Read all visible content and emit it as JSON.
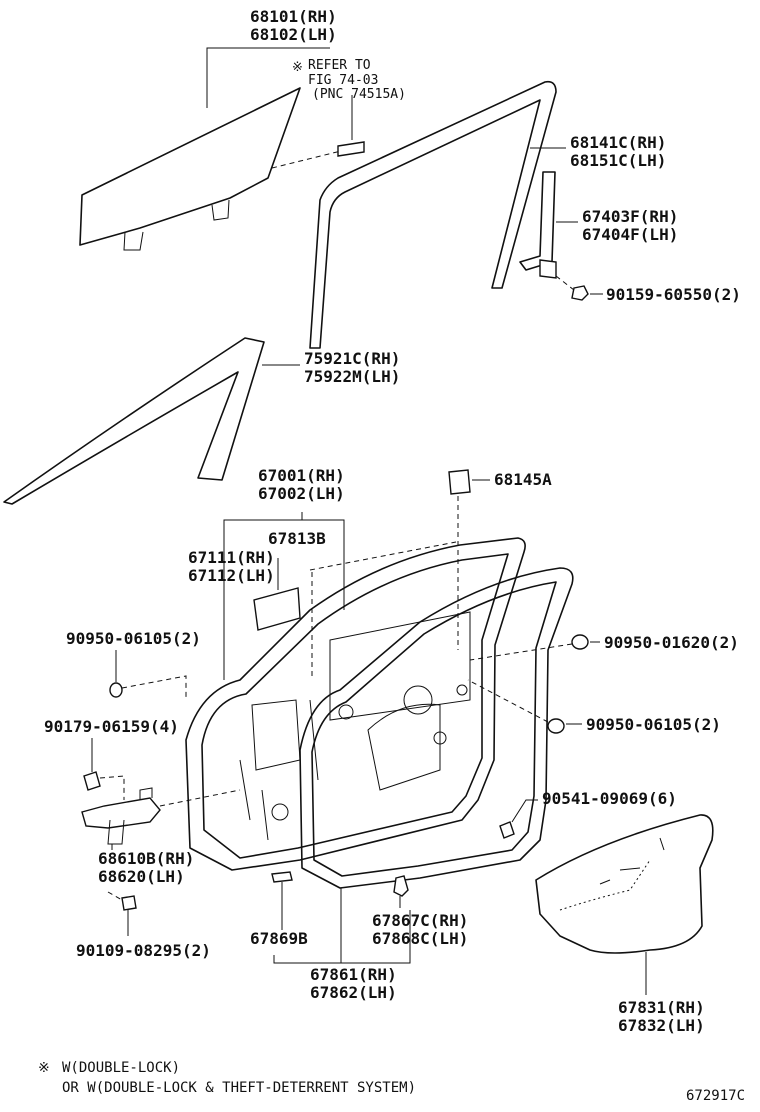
{
  "labels": {
    "glass_rh": "68101(RH)",
    "glass_lh": "68102(LH)",
    "refer_line1": "REFER TO",
    "refer_line2": "FIG 74-03",
    "refer_line3": "(PNC 74515A)",
    "refer_mark": "※",
    "run_rh": "68141C(RH)",
    "run_lh": "68151C(LH)",
    "frame_rh": "67403F(RH)",
    "frame_lh": "67404F(LH)",
    "screw_top": "90159-60550(2)",
    "moulding_rh": "75921C(RH)",
    "moulding_lh": "75922M(LH)",
    "panel_rh": "67001(RH)",
    "panel_lh": "67002(LH)",
    "pad_top": "68145A",
    "part_67813b": "67813B",
    "part_67111": "67111(RH)",
    "part_67112": "67112(LH)",
    "plug_left": "90950-06105(2)",
    "plug_right_top": "90950-01620(2)",
    "plug_right": "90950-06105(2)",
    "bolt_left": "90179-06159(4)",
    "clip_right": "90541-09069(6)",
    "hinge_rh": "68610B(RH)",
    "hinge_lh": "68620(LH)",
    "bolt_bottom": "90109-08295(2)",
    "part_67869b": "67869B",
    "wst_rh": "67867C(RH)",
    "wst_lh": "67868C(LH)",
    "seal_rh": "67861(RH)",
    "seal_lh": "67862(LH)",
    "cover_rh": "67831(RH)",
    "cover_lh": "67832(LH)"
  },
  "footnote": {
    "mark": "※",
    "line1": "W(DOUBLE-LOCK)",
    "line2": "OR W(DOUBLE-LOCK & THEFT-DETERRENT SYSTEM)"
  },
  "figure_id": "672917C"
}
